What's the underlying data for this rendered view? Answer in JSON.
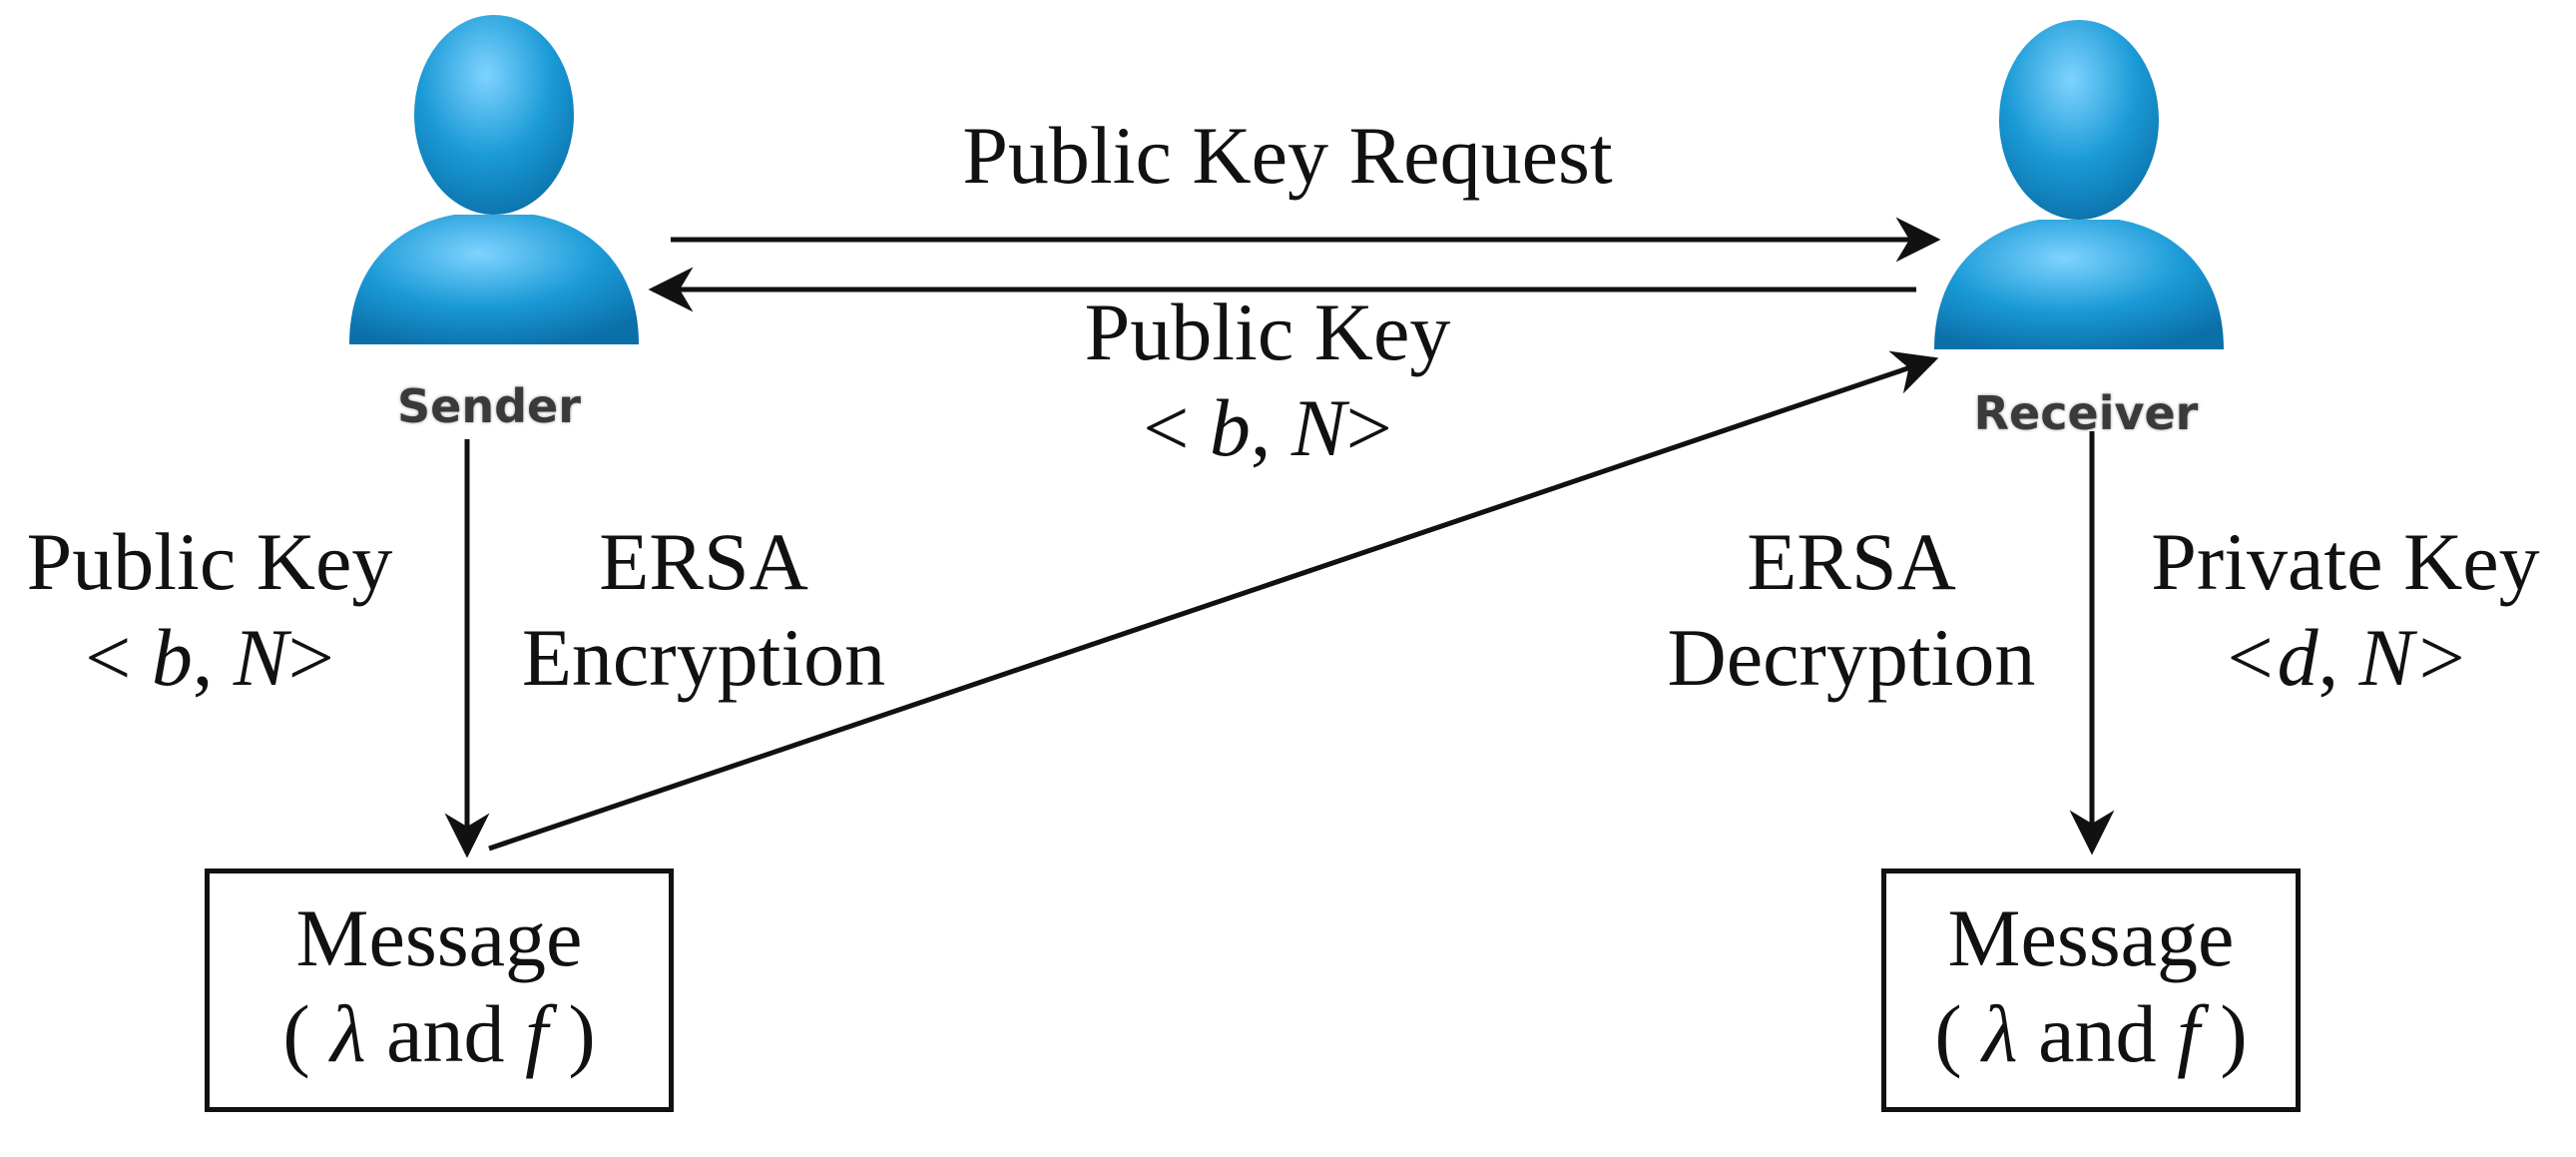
{
  "diagram": {
    "sender": {
      "icon": "user-icon",
      "label": "Sender",
      "color": "#1a9ad6"
    },
    "receiver": {
      "icon": "user-icon",
      "label": "Receiver",
      "color": "#1a9ad6"
    },
    "edges": {
      "request": {
        "label": "Public Key Request"
      },
      "public_key_return": {
        "line1": "Public Key",
        "open": "< ",
        "b": "b",
        "sep": ", ",
        "n": "N",
        "close": ">"
      },
      "sender_key": {
        "line1": "Public Key",
        "open": "< ",
        "b": "b",
        "sep": ", ",
        "n": "N",
        "close": ">"
      },
      "encryption": {
        "line1": "ERSA",
        "line2": "Encryption"
      },
      "decryption": {
        "line1": "ERSA",
        "line2": "Decryption"
      },
      "private_key": {
        "line1": "Private Key",
        "open": "<",
        "d": "d",
        "sep": ", ",
        "n": "N",
        "close": ">"
      }
    },
    "messages": {
      "left": {
        "line1": "Message",
        "open": "( ",
        "lambda": "λ",
        "and": " and ",
        "f": "f",
        "close": " )"
      },
      "right": {
        "line1": "Message",
        "open": "( ",
        "lambda": "λ",
        "and": " and ",
        "f": "f",
        "close": " )"
      }
    }
  }
}
